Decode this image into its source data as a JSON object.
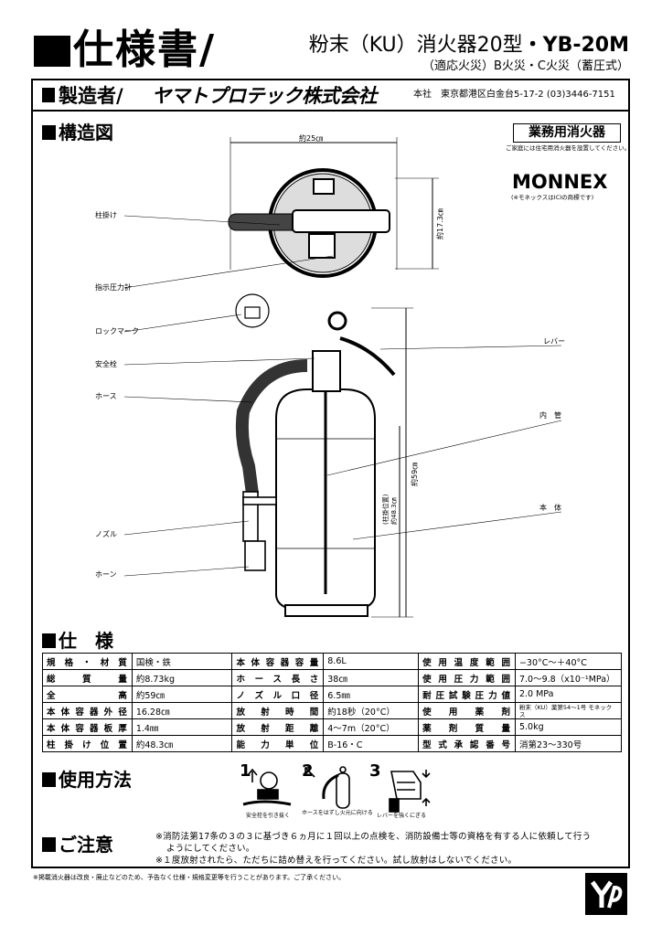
{
  "header": {
    "title": "仕様書/",
    "product_name": "粉末（KU）消火器20型",
    "model": "・YB-20M",
    "classification": "（適応火災）B火災・C火災（蓄圧式）"
  },
  "maker": {
    "label": "製造者/",
    "company": "ヤマトプロテック株式会社",
    "hq_label": "本社",
    "address": "東京都港区白金台5-17-2 (03)3446-7151"
  },
  "structure": {
    "section_title": "構造図",
    "business_label": "業務用消火器",
    "business_note": "ご家庭には住宅用消火器を設置してください。",
    "brand": "MONNEX",
    "brand_note": "(※モネックスはICIの商標です)",
    "parts": {
      "hanger": "柱掛け",
      "gauge": "指示圧力計",
      "lock_mark": "ロックマーク",
      "safety_pin": "安全栓",
      "hose": "ホース",
      "nozzle": "ノズル",
      "horn": "ホーン",
      "lever": "レバー",
      "inner_tube": "内　管",
      "body": "本　体"
    },
    "dims": {
      "width": "約25㎝",
      "depth": "約17.3㎝",
      "height": "約59㎝",
      "hang_pos_label": "(柱掛位置)",
      "hang_pos": "約48.3㎝"
    }
  },
  "specs": {
    "section_title": "仕　様",
    "rows": [
      [
        "規格・材質",
        "国検・鉄",
        "本体容器容量",
        "8.6L",
        "使用温度範囲",
        "−30°C〜＋40°C"
      ],
      [
        "総　質　量",
        "約8.73kg",
        "ホース長さ",
        "38㎝",
        "使用圧力範囲",
        "7.0〜9.8（x10⁻¹MPa）"
      ],
      [
        "全　　高",
        "約59㎝",
        "ノズル口径",
        "6.5㎜",
        "耐圧試験圧力値",
        "2.0 MPa"
      ],
      [
        "本体容器外径",
        "16.28㎝",
        "放射時間",
        "約18秒（20°C）",
        "使用薬剤",
        "粉末（KU）薬第54〜1号 モネックス"
      ],
      [
        "本体容器板厚",
        "1.4㎜",
        "放射距離",
        "4〜7m（20°C）",
        "薬剤質量",
        "5.0kg"
      ],
      [
        "柱掛け位置",
        "約48.3㎝",
        "能力単位",
        "B-16・C",
        "型式承認番号",
        "消第23〜330号"
      ]
    ]
  },
  "usage": {
    "section_title": "使用方法",
    "steps": [
      {
        "num": "1",
        "caption": "安全栓を引き抜く"
      },
      {
        "num": "2",
        "caption": "ホースをはずし火元に向ける"
      },
      {
        "num": "3",
        "caption": "レバーを強くにぎる"
      }
    ]
  },
  "caution": {
    "section_title": "ご注意",
    "line1": "※消防法第17条の３の３に基づき６ヵ月に１回以上の点検を、消防設備士等の資格を有する人に依頼して行う",
    "line1b": "ようにしてください。",
    "line2": "※１度放射されたら、ただちに詰め替えを行ってください。試し放射はしないでください。"
  },
  "footnote": "※掲載消火器は改良・廃止などのため、予告なく仕様・規格変更等を行うことがあります。ご了承ください。",
  "colors": {
    "ink": "#000000",
    "body_gray": "#ffffff"
  }
}
